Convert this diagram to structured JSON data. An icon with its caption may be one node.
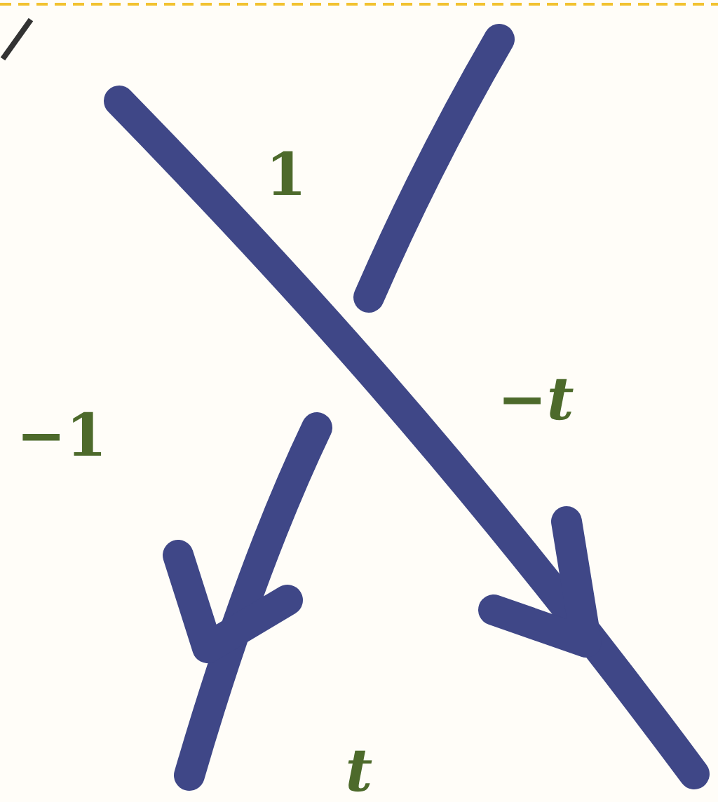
{
  "diagram": {
    "labels": [
      "1",
      "−*t*",
      "−1",
      "t"
    ]
  }
}
